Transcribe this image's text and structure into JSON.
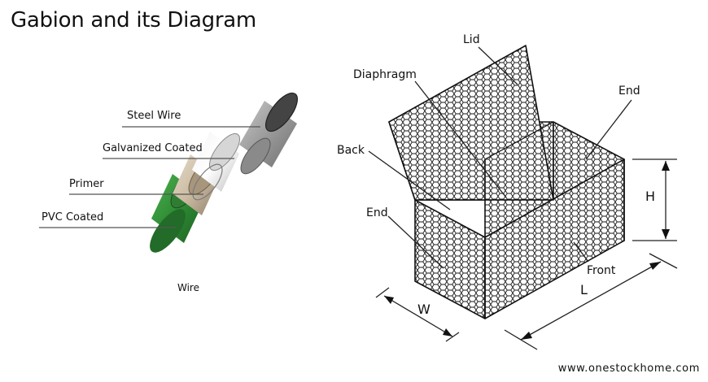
{
  "title": "Gabion and its Diagram",
  "wire": {
    "layers": [
      "Steel Wire",
      "Galvanized Coated",
      "Primer",
      "PVC Coated"
    ],
    "caption": "Wire"
  },
  "gabion": {
    "labels": {
      "lid": "Lid",
      "diaphragm": "Diaphragm",
      "end_top": "End",
      "back": "Back",
      "end_left": "End",
      "front": "Front",
      "h": "H",
      "w": "W",
      "l": "L"
    }
  },
  "website": "www.onestockhome.com"
}
